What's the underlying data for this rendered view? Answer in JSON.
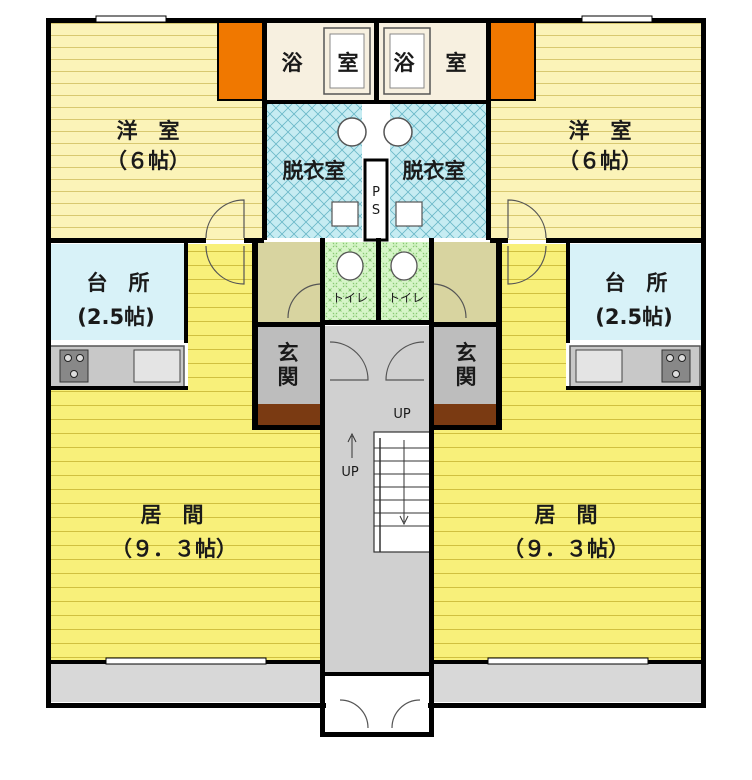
{
  "rooms": {
    "western_left": {
      "name": "洋　室",
      "size": "（６帖）"
    },
    "western_right": {
      "name": "洋　室",
      "size": "（６帖）"
    },
    "bath_left": {
      "a": "浴",
      "b": "室"
    },
    "bath_right": {
      "a": "浴",
      "b": "室"
    },
    "dressing_left": "脱衣室",
    "dressing_right": "脱衣室",
    "ps": {
      "a": "P",
      "b": "S"
    },
    "kitchen_left": {
      "name": "台　所",
      "size": "(2.5帖)"
    },
    "kitchen_right": {
      "name": "台　所",
      "size": "(2.5帖)"
    },
    "toilet_left": "トイレ",
    "toilet_right": "トイレ",
    "entrance_left": {
      "a": "玄",
      "b": "関"
    },
    "entrance_right": {
      "a": "玄",
      "b": "関"
    },
    "living_left": {
      "name": "居　間",
      "size": "（９．３帖）"
    },
    "living_right": {
      "name": "居　間",
      "size": "（９．３帖）"
    },
    "stairs_up_1": "UP",
    "stairs_up_2": "UP"
  },
  "colors": {
    "wall": "#000000",
    "western_floor": "#fbf3b8",
    "living_floor": "#f8f07a",
    "kitchen_floor": "#d8f2f8",
    "dressing_floor": "#c6ecf2",
    "toilet_floor": "#d6f5c8",
    "entrance_floor": "#bdbdbd",
    "closet": "#f07800",
    "genkan_step": "#7a3a12",
    "corridor": "#d0d0d0",
    "balcony": "#d8d8d8",
    "hall_floor": "#d8d4a0",
    "bath": "#f7f0e0"
  }
}
